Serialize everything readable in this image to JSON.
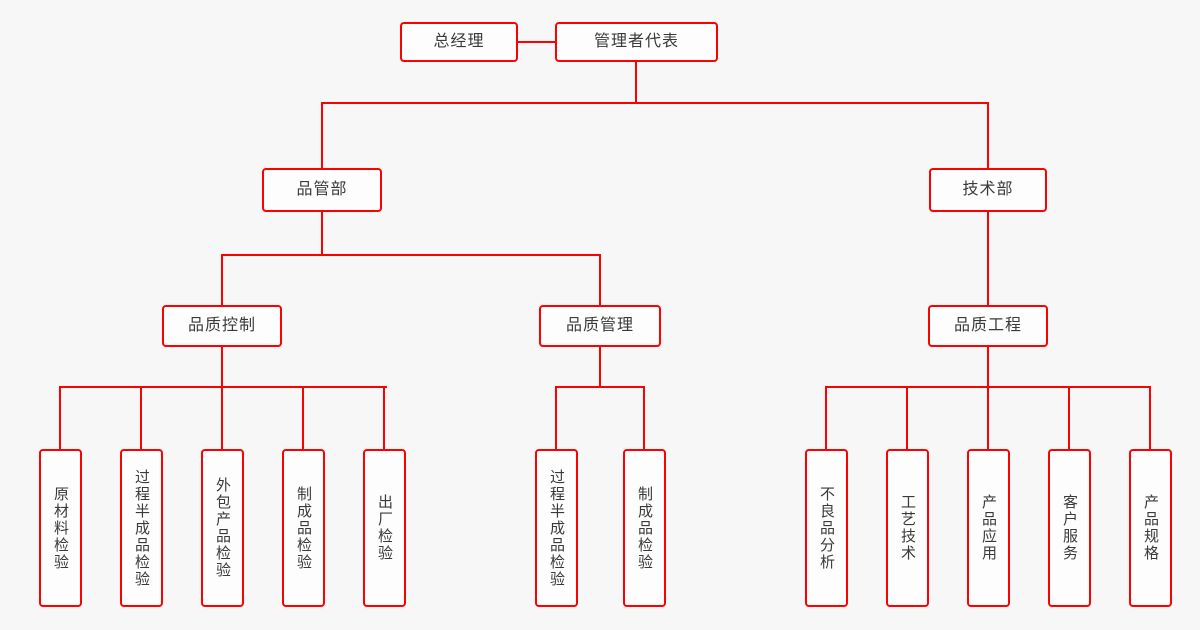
{
  "colors": {
    "background": "#f7f7f7",
    "box_fill": "#fdfdfd",
    "box_border": "#fe0000",
    "line": "#fe0000",
    "text": "#3a3a3a"
  },
  "org": {
    "general_manager": {
      "label": "总经理"
    },
    "management_representative": {
      "label": "管理者代表"
    },
    "branches": [
      {
        "label": "品管部",
        "children": [
          {
            "label": "品质控制",
            "children": [
              {
                "label": "原材料检验"
              },
              {
                "label": "过程半成品检验"
              },
              {
                "label": "外包产品检验"
              },
              {
                "label": "制成品检验"
              },
              {
                "label": "出厂检验"
              }
            ]
          },
          {
            "label": "品质管理",
            "children": [
              {
                "label": "过程半成品检验"
              },
              {
                "label": "制成品检验"
              }
            ]
          }
        ]
      },
      {
        "label": "技术部",
        "children": [
          {
            "label": "品质工程",
            "children": [
              {
                "label": "不良品分析"
              },
              {
                "label": "工艺技术"
              },
              {
                "label": "产品应用"
              },
              {
                "label": "客户服务"
              },
              {
                "label": "产品规格"
              }
            ]
          }
        ]
      }
    ]
  }
}
